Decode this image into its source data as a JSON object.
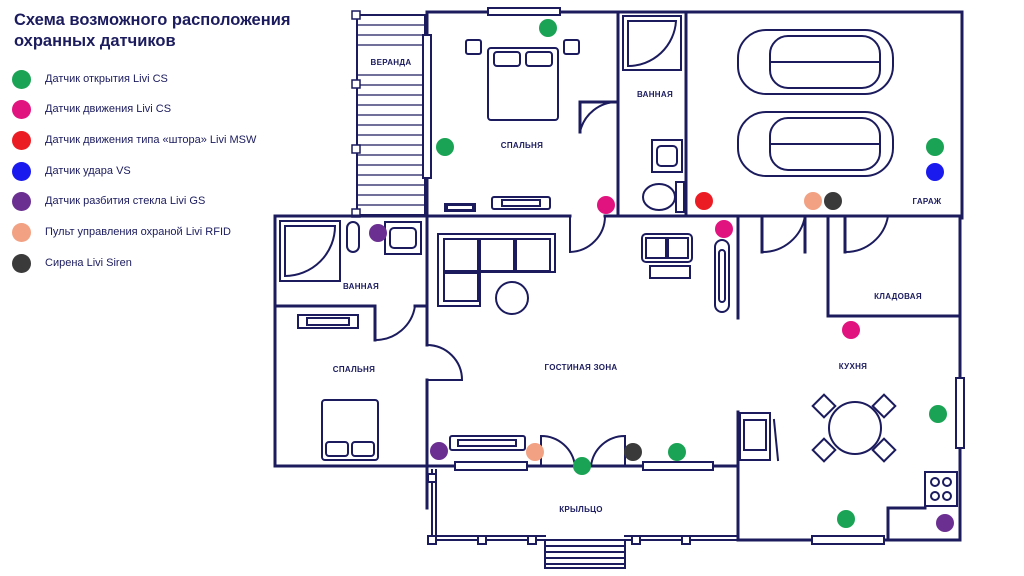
{
  "title": "Схема возможного расположения охранных датчиков",
  "legend": [
    {
      "label": "Датчик открытия Livi CS",
      "color": "#1aa354"
    },
    {
      "label": "Датчик движения Livi CS",
      "color": "#e0137f"
    },
    {
      "label": "Датчик движения типа «штора» Livi MSW",
      "color": "#ec1c24"
    },
    {
      "label": "Датчик удара VS",
      "color": "#1a1aef"
    },
    {
      "label": "Датчик разбития стекла Livi GS",
      "color": "#6a2f91"
    },
    {
      "label": "Пульт управления охраной Livi RFID",
      "color": "#f2a183"
    },
    {
      "label": "Сирена Livi Siren",
      "color": "#3a3a3a"
    }
  ],
  "rooms": {
    "veranda": "ВЕРАНДА",
    "bedroom_top": "СПАЛЬНЯ",
    "bath_top": "ВАННАЯ",
    "garage": "ГАРАЖ",
    "bath_left": "ВАННАЯ",
    "bedroom_left": "СПАЛЬНЯ",
    "living": "ГОСТИНАЯ ЗОНА",
    "storage": "КЛАДОВАЯ",
    "kitchen": "КУХНЯ",
    "porch": "КРЫЛЬЦО"
  },
  "colors": {
    "ink": "#1b1b5e",
    "green": "#1aa354",
    "pink": "#e0137f",
    "red": "#ec1c24",
    "blue": "#1a1aef",
    "purple": "#6a2f91",
    "peach": "#f2a183",
    "dark": "#3a3a3a"
  }
}
